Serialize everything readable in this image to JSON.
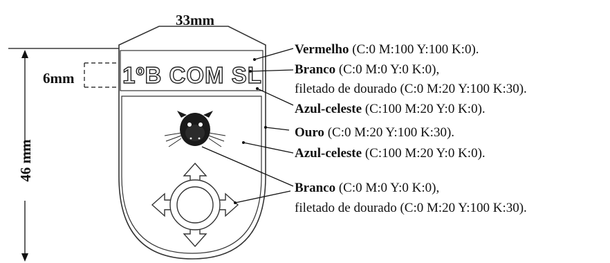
{
  "dimensions": {
    "width_label": "33mm",
    "height_label": "46 mm",
    "band_label": "6mm"
  },
  "banner": {
    "text": "1ºB COM SL"
  },
  "callouts": [
    {
      "bold": "Vermelho",
      "rest": " (C:0 M:100 Y:100 K:0)."
    },
    {
      "bold": "Branco",
      "rest": " (C:0 M:0 Y:0 K:0),",
      "line2": "filetado de dourado (C:0 M:20 Y:100 K:30)."
    },
    {
      "bold": "Azul-celeste",
      "rest": " (C:100 M:20 Y:0 K:0)."
    },
    {
      "bold": "Ouro",
      "rest": " (C:0 M:20 Y:100 K:30)."
    },
    {
      "bold": "Azul-celeste",
      "rest": " (C:100 M:20 Y:0 K:0)."
    },
    {
      "bold": "Branco",
      "rest": " (C:0 M:0 Y:0 K:0),",
      "line2": "filetado de dourado (C:0 M:20 Y:100 K:30)."
    }
  ]
}
